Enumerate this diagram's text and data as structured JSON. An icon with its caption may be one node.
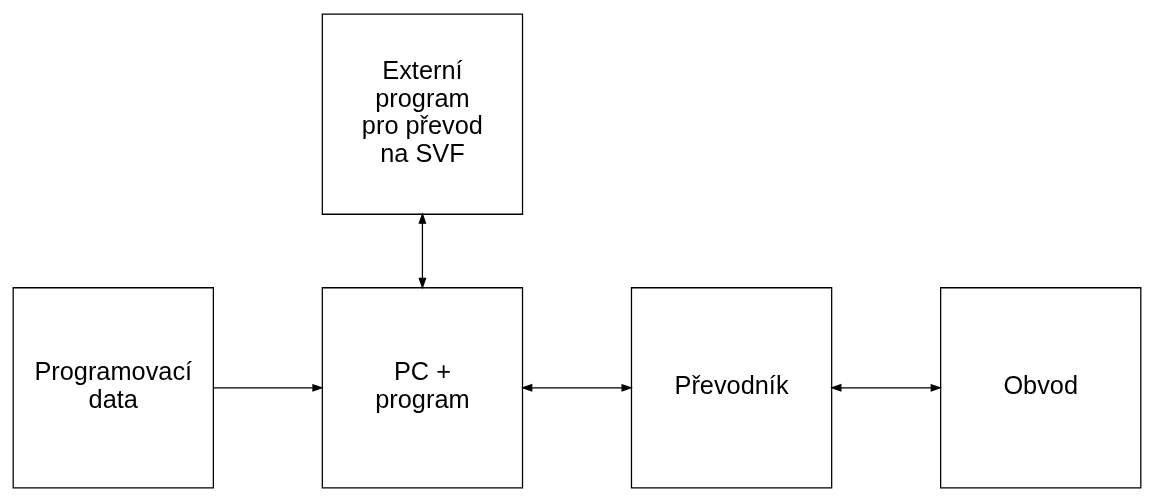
{
  "diagram": {
    "nodes": [
      {
        "text": [
          "Externí program pro převod na SVF"
        ]
      },
      {
        "text": [
          "Programovací data"
        ]
      },
      {
        "text": [
          "PC + program"
        ]
      },
      {
        "text": [
          "Převodník"
        ]
      },
      {
        "text": [
          "Obvod"
        ]
      }
    ],
    "edges": [
      {
        "from": 0,
        "to": 2,
        "arrow": "both"
      },
      {
        "from": 1,
        "to": 2,
        "arrow": "to"
      },
      {
        "from": 2,
        "to": 3,
        "arrow": "both"
      },
      {
        "from": 3,
        "to": 4,
        "arrow": "both"
      }
    ]
  }
}
